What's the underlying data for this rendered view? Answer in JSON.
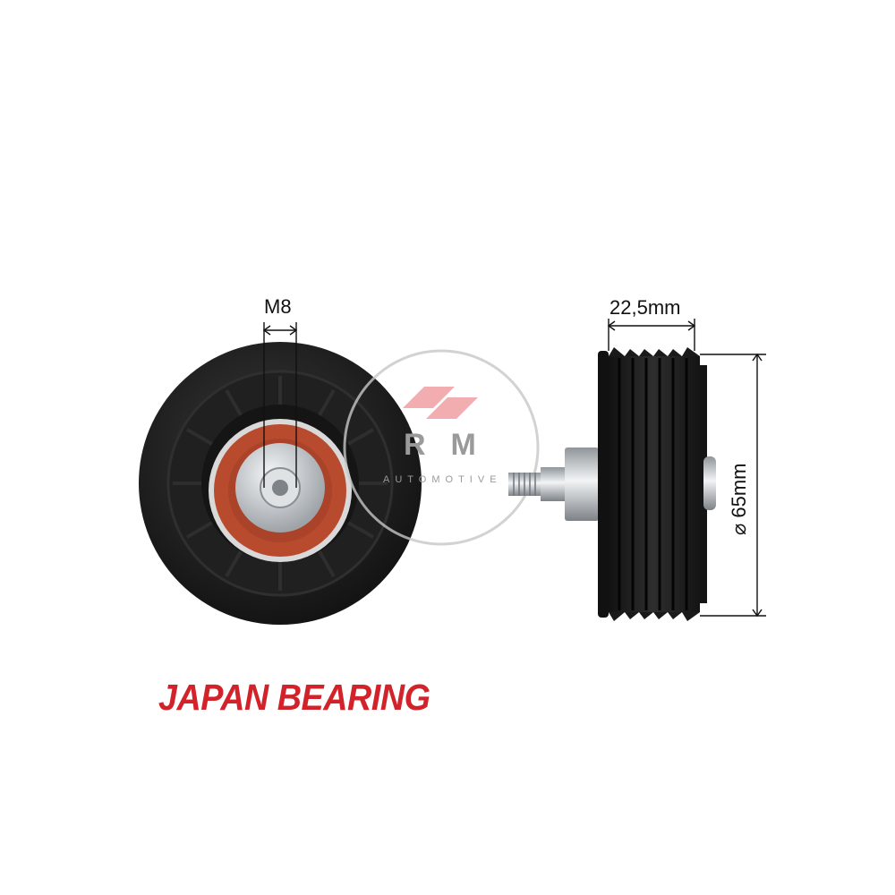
{
  "dimensions": {
    "thread_label": "M8",
    "width_label": "22,5mm",
    "diameter_label": "⌀ 65mm"
  },
  "brand": {
    "text": "JAPAN BEARING",
    "color": "#d2232a"
  },
  "watermark": {
    "letters": "RM",
    "subtitle": "AUTOMOTIVE",
    "color": "#9a9a9a",
    "accent_color": "#e8767a"
  },
  "colors": {
    "pulley_black": "#1b1b1b",
    "bearing_seal": "#b84a2e",
    "metal": "#c9cdd1"
  }
}
